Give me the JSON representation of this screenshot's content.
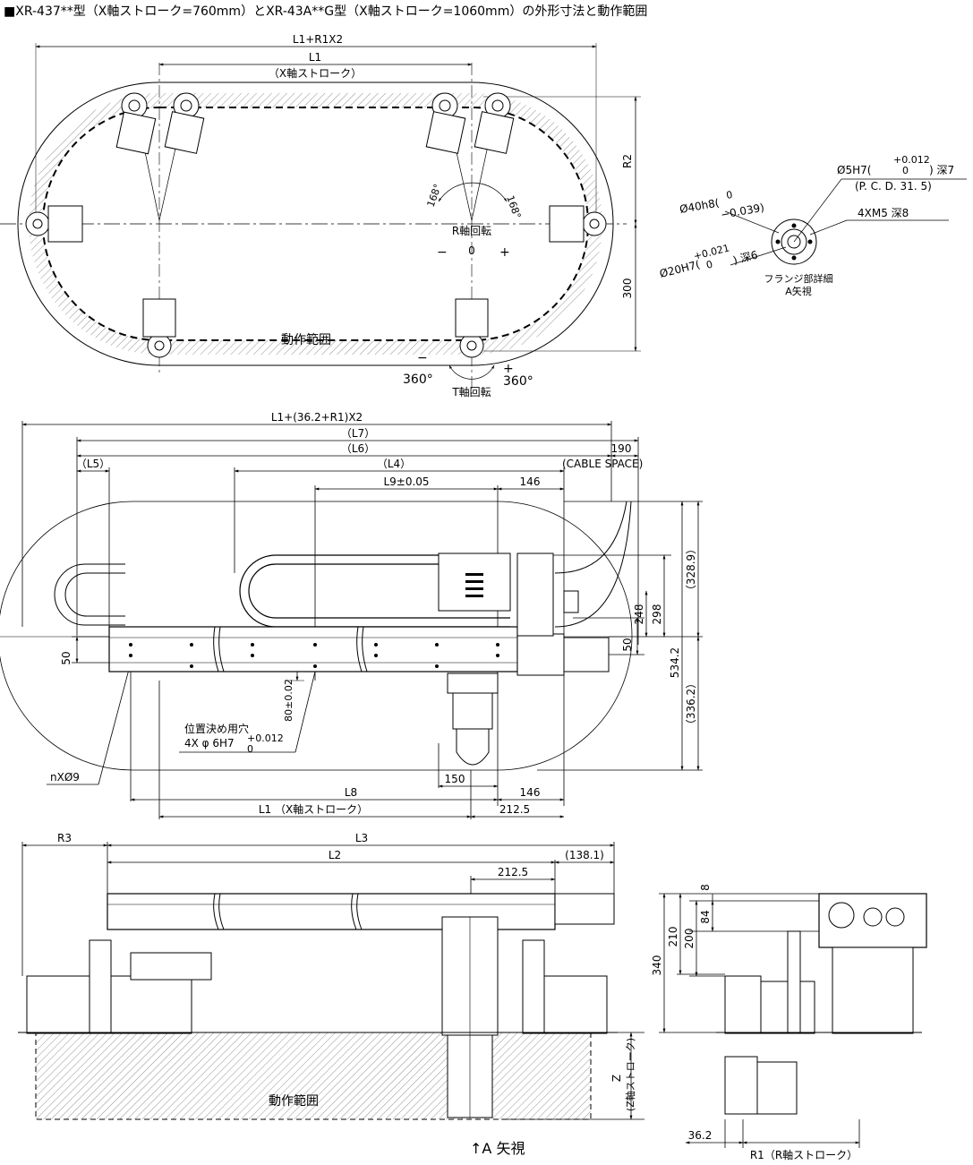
{
  "title": "■XR-437**型（X軸ストローク=760mm）とXR-43A**G型（X軸ストローク=1060mm）の外形寸法と動作範囲",
  "top_view": {
    "dim_total": "L1+R1X2",
    "dim_l1": "L1",
    "dim_l1_sub": "（X軸ストローク）",
    "dim_r2": "R2",
    "dim_300": "300",
    "angle_left": "168°",
    "angle_right": "168°",
    "r_axis": "R軸回転",
    "r_minus": "−",
    "r_zero": "0",
    "r_plus": "+",
    "t_minus": "−",
    "t_plus": "+",
    "t_left": "360°",
    "t_right": "360°",
    "t_axis": "T軸回転",
    "motion_range": "動作範囲"
  },
  "flange": {
    "d5": "Ø5H7(",
    "d5_tol_up": "+0.012",
    "d5_tol_low": "0",
    "d5_depth": ") 深7",
    "pcd": "(P. C. D. 31. 5)",
    "d40": "Ø40h8(",
    "d40_up": "0",
    "d40_low": "−0.039)",
    "m5": "4XM5 深8",
    "d20": "Ø20H7(",
    "d20_up": "+0.021",
    "d20_low": "0",
    "d20_depth": ") 深6",
    "caption1": "フランジ部詳細",
    "caption2": "A矢視"
  },
  "mid_view": {
    "dim_total": "L1+(36.2+R1)X2",
    "l7": "（L7）",
    "l6": "（L6）",
    "d190": "190",
    "cable": "(CABLE  SPACE)",
    "l5": "（L5）",
    "l4": "（L4）",
    "l9": "L9±0.05",
    "d146a": "146",
    "d50l": "50",
    "d50r": "50",
    "d248": "248",
    "d298": "298",
    "d3289": "（328.9）",
    "d5342": "534.2",
    "d3362": "（336.2）",
    "d80": "80±0.02",
    "hole1": "位置決め用穴",
    "hole2": "4X φ 6H7",
    "hole_tol_up": "+0.012",
    "hole_tol_low": "0",
    "nx9": "nXØ9",
    "d150": "150",
    "l8": "L8",
    "d146b": "146",
    "l1": "L1 （X軸ストローク）",
    "d2125": "212.5"
  },
  "front_view": {
    "r3": "R3",
    "l3": "L3",
    "l2": "L2",
    "d1381": "(138.1)",
    "d2125": "212.5",
    "z": "Z",
    "z_sub": "(Z軸ストローク)",
    "motion_range": "動作範囲",
    "arrow": "↑A 矢視"
  },
  "side_view": {
    "d8": "8",
    "d84": "84",
    "d200": "200",
    "d210": "210",
    "d340": "340",
    "d362": "36.2",
    "r1": "R1（R軸ストローク）"
  }
}
